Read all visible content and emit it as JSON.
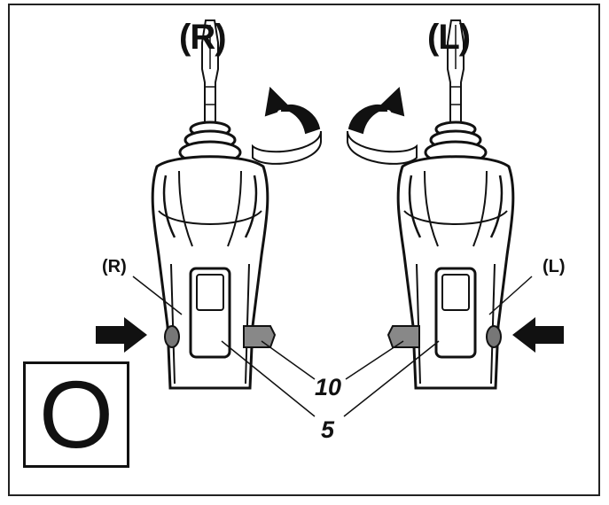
{
  "labels": {
    "left_rotation": "(R)",
    "right_rotation": "(L)",
    "left_switch_mark": "(R)",
    "right_switch_mark": "(L)",
    "part_10": "10",
    "part_5": "5",
    "panel_letter": "O"
  },
  "colors": {
    "line": "#111111",
    "background": "#ffffff"
  },
  "icons": [
    "arrow-ccw-icon",
    "arrow-cw-icon",
    "push-arrow-icon"
  ]
}
